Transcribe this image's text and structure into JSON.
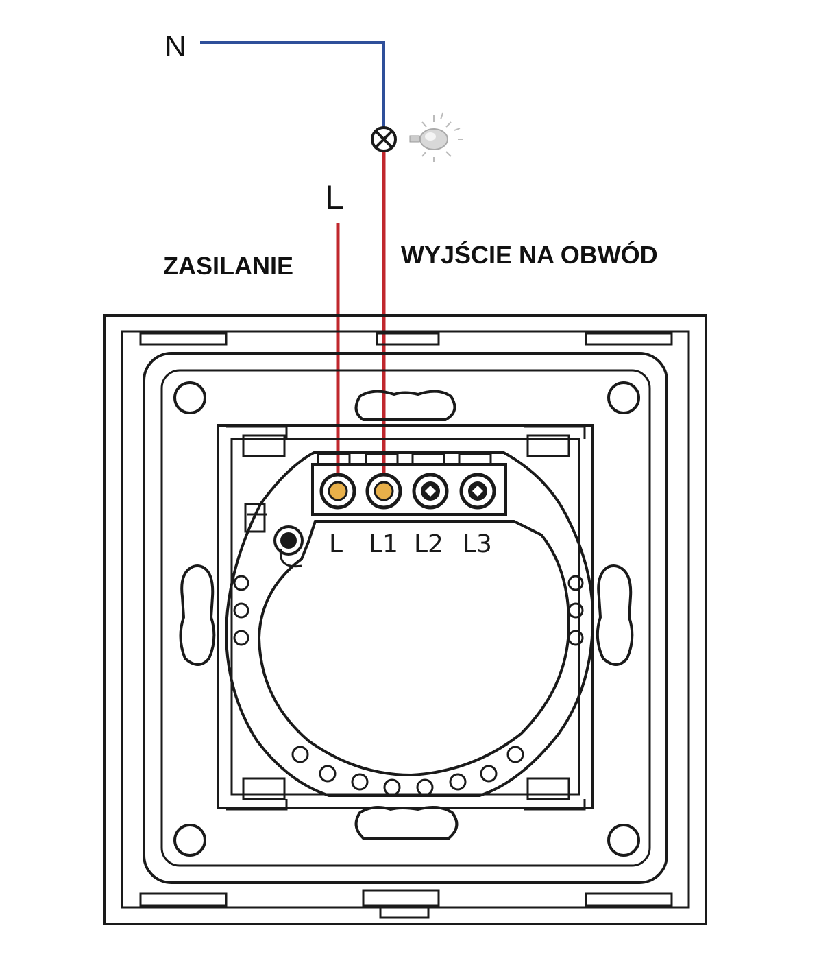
{
  "labels": {
    "neutral": "N",
    "line": "L",
    "supply": "ZASILANIE",
    "output": "WYJŚCIE NA OBWÓD"
  },
  "terminals": [
    "L",
    "L1",
    "L2",
    "L3"
  ],
  "colors": {
    "neutral_wire": "#2f4f9a",
    "live_wire": "#c0272d",
    "outline": "#1a1a1a",
    "connected_terminal": "#e8b04a"
  }
}
